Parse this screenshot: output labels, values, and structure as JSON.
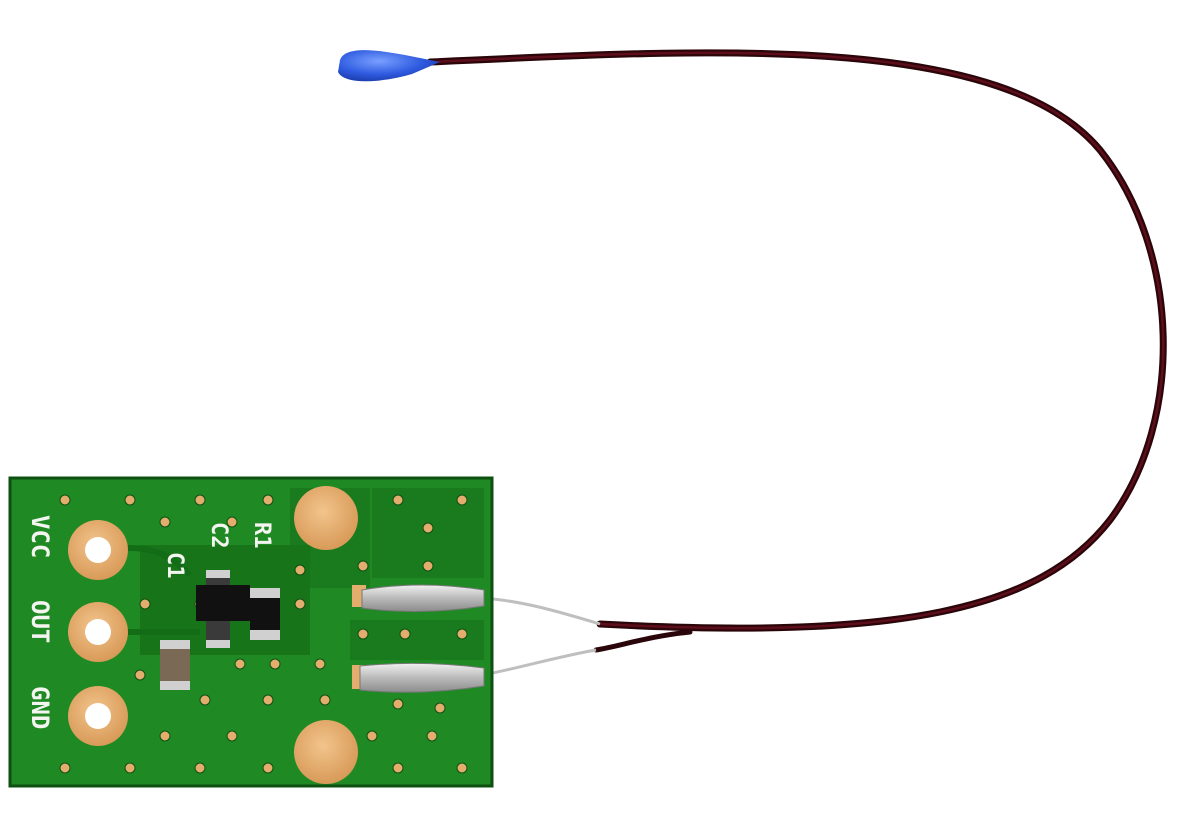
{
  "pcb": {
    "pin_labels": [
      "VCC",
      "OUT",
      "GND"
    ],
    "component_labels": {
      "r1": "R1",
      "c2": "C2",
      "c1": "C1"
    }
  },
  "colors": {
    "background": "#ffffff",
    "board_green": "#1f8a23",
    "board_dark": "#0f5a14",
    "copper_pad": "#e3ad6d",
    "wire": "#3a0a12",
    "thermistor_bead": "#2f5be0",
    "solder": "#c9c9c9"
  }
}
